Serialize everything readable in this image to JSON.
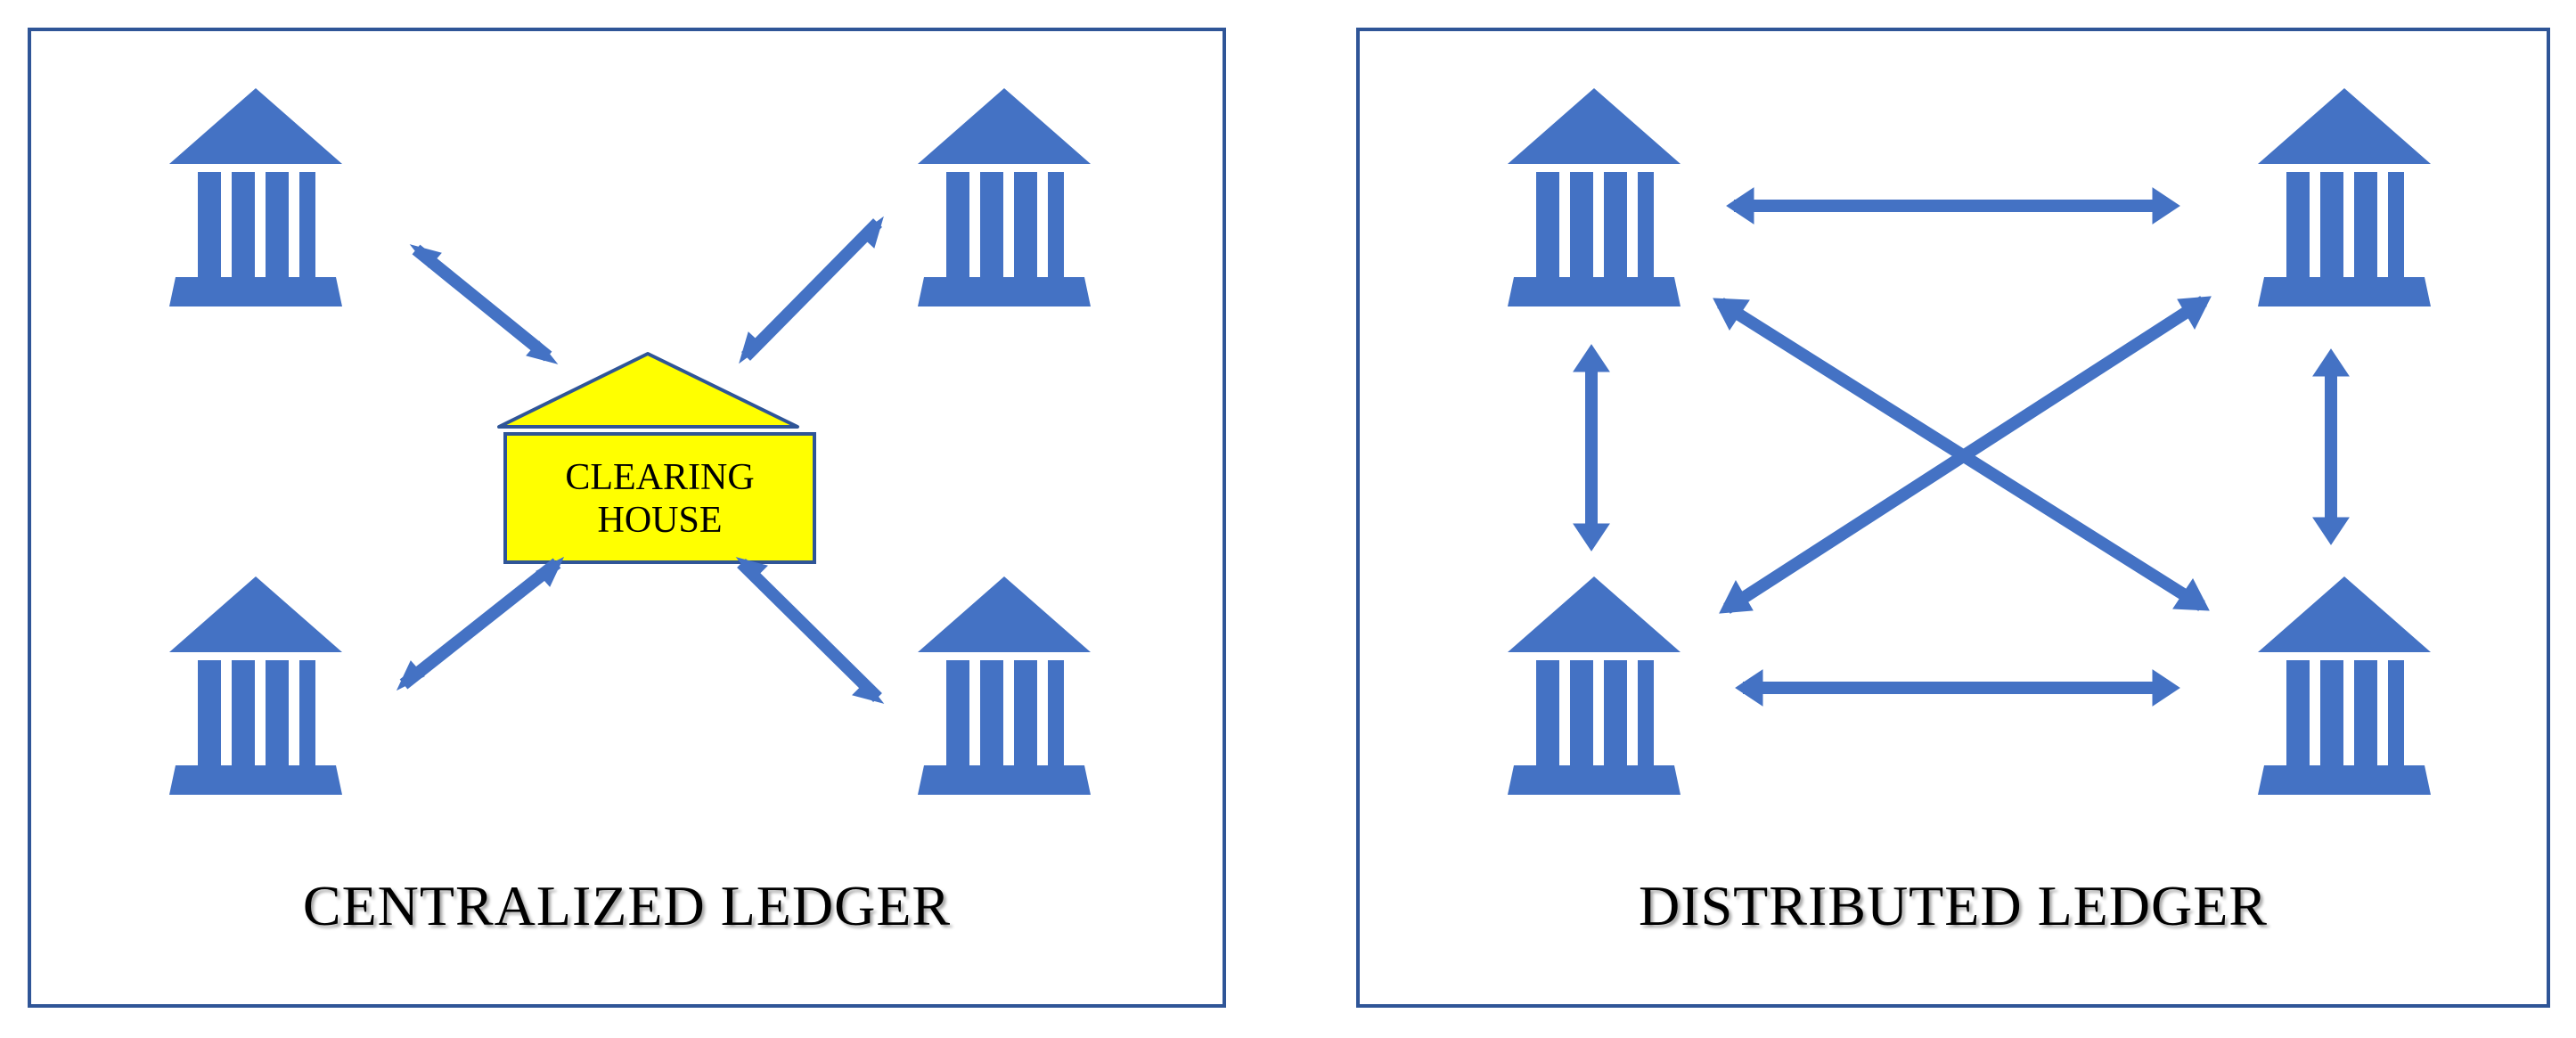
{
  "colors": {
    "bank": "#4472c4",
    "arrow": "#4472c4",
    "frame": "#2f5597",
    "clearing_house": "#ffff00"
  },
  "icons": {
    "bank": "bank-building-icon",
    "arrow": "double-headed-arrow-icon"
  },
  "left_panel": {
    "caption": "CENTRALIZED LEDGER",
    "clearing_house": {
      "line1": "CLEARING",
      "line2": "HOUSE"
    }
  },
  "right_panel": {
    "caption": "DISTRIBUTED LEDGER"
  }
}
